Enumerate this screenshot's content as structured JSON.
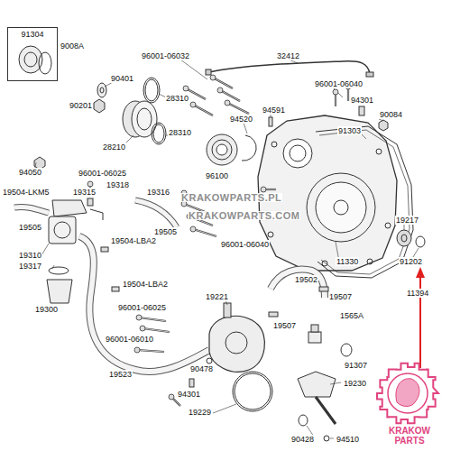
{
  "diagram": {
    "nodes": [
      {
        "text": [
          "91304"
        ]
      }
    ],
    "edges": [],
    "labels": [
      "9008A",
      "90401",
      "90201",
      "28310",
      "28210",
      "28310",
      "96001-06032",
      "32412",
      "96001-06040",
      "94301",
      "90084",
      "91303",
      "94520",
      "94591",
      "94050",
      "96100",
      "96001-06025",
      "19318",
      "19504-LKM5",
      "19315",
      "19316",
      "19505",
      "19505",
      "19310",
      "19504-LBA2",
      "19317",
      "19504-LBA2",
      "19300",
      "96001-06040",
      "11330",
      "19217",
      "91202",
      "11394",
      "19502",
      "19507",
      "96001-06025",
      "19221",
      "19507",
      "1565A",
      "96001-06010",
      "19523",
      "91307",
      "90478",
      "19229",
      "19230",
      "94301",
      "90428",
      "94510",
      "KRAKOWPARTS.PL",
      "KRAKOWPARTS.COM",
      "KRAKOW PARTS"
    ]
  }
}
